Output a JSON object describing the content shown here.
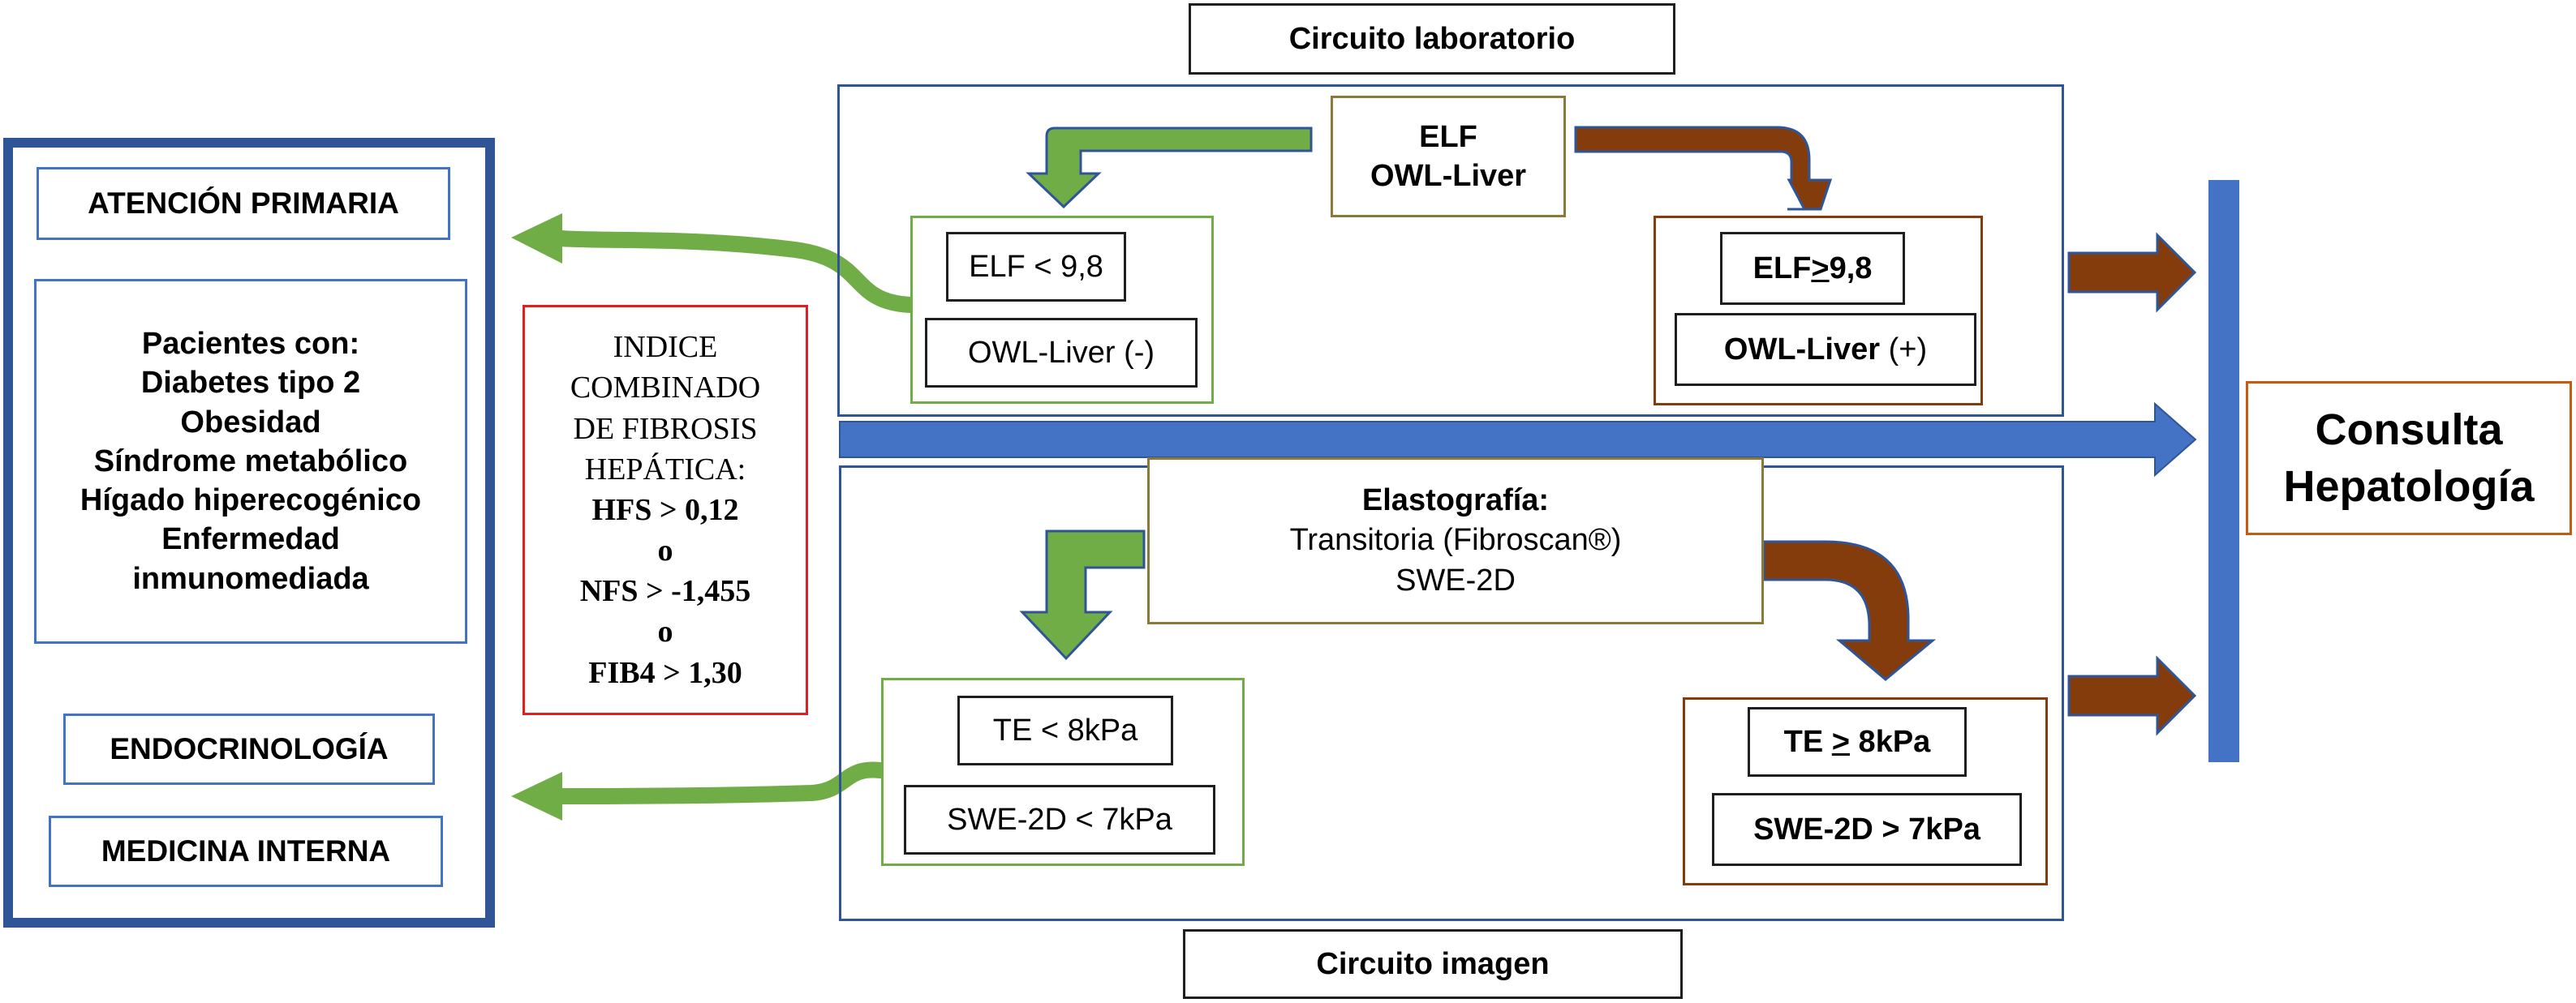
{
  "left_panel": {
    "atencion_primaria": "ATENCIÓN PRIMARIA",
    "pacientes": [
      "Pacientes con:",
      "Diabetes tipo 2",
      "Obesidad",
      "Síndrome metabólico",
      "Hígado hiperecogénico",
      "Enfermedad",
      "inmunomediada"
    ],
    "endocrinologia": "ENDOCRINOLOGÍA",
    "medicina_interna": "MEDICINA INTERNA"
  },
  "indice": {
    "lines": [
      "INDICE",
      "COMBINADO",
      "DE FIBROSIS",
      "HEPÁTICA:",
      "HFS > 0,12",
      "o",
      "NFS > -1,455",
      "o",
      "FIB4 > 1,30"
    ]
  },
  "lab_circuit": {
    "title": "Circuito laboratorio",
    "tests": [
      "ELF",
      "OWL-Liver"
    ],
    "negative": [
      "ELF < 9,8",
      "OWL-Liver (-)"
    ],
    "positive_elf_prefix": "ELF",
    "positive_elf_sign": ">",
    "positive_elf_value": "9,8",
    "positive_owl_main": "OWL-Liver ",
    "positive_owl_sign": "(+)"
  },
  "image_circuit": {
    "title": "Circuito imagen",
    "tests": [
      "Elastografía:",
      "Transitoria (Fibroscan®)",
      "SWE-2D"
    ],
    "negative": [
      "TE < 8kPa",
      "SWE-2D < 7kPa"
    ],
    "positive_te_prefix": "TE ",
    "positive_te_sign": ">",
    "positive_te_value": " 8kPa",
    "positive_swe": "SWE-2D > 7kPa"
  },
  "consulta": [
    "Consulta",
    "Hepatología"
  ],
  "colors": {
    "green_arrow": "#70ad47",
    "brown_arrow": "#843c0c",
    "blue_arrow": "#4472c4",
    "frame_blue": "#2f5597",
    "indice_border": "#e02020",
    "consulta_border": "#c55a11"
  }
}
